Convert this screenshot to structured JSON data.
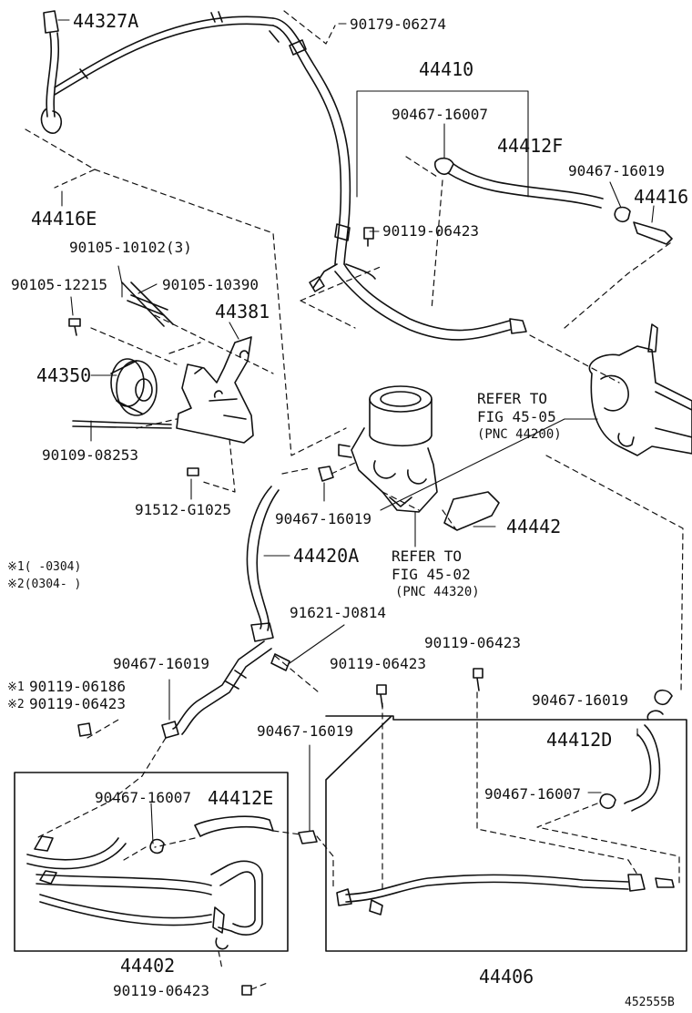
{
  "parts": {
    "p44327A": "44327A",
    "p90179_06274": "90179-06274",
    "p44410": "44410",
    "p90467_16007_a": "90467-16007",
    "p44412F": "44412F",
    "p90467_16019_a": "90467-16019",
    "p44416": "44416",
    "p44416E": "44416E",
    "p90119_06423_a": "90119-06423",
    "p90105_10102": "90105-10102(3)",
    "p90105_12215": "90105-12215",
    "p90105_10390": "90105-10390",
    "p44381": "44381",
    "p44350": "44350",
    "p90109_08253": "90109-08253",
    "p91512_G1025": "91512-G1025",
    "p90467_16019_b": "90467-16019",
    "p44442": "44442",
    "p44420A": "44420A",
    "p91621_J0814": "91621-J0814",
    "p90467_16019_c": "90467-16019",
    "p90119_06423_b": "90119-06423",
    "p90119_06423_c": "90119-06423",
    "p90467_16019_d": "90467-16019",
    "p44412D": "44412D",
    "p90119_06186": "90119-06186",
    "p90119_06423_d": "90119-06423",
    "p90467_16019_e": "90467-16019",
    "p90467_16007_b": "90467-16007",
    "p44412E": "44412E",
    "p90467_16007_c": "90467-16007",
    "p44402": "44402",
    "p90119_06423_e": "90119-06423",
    "p44406": "44406"
  },
  "refs": {
    "fig4505_line1": "REFER TO",
    "fig4505_line2": "FIG 45-05",
    "fig4505_pnc": "(PNC 44200)",
    "fig4502_line1": "REFER TO",
    "fig4502_line2": "FIG 45-02",
    "fig4502_pnc": "(PNC 44320)"
  },
  "notes": {
    "note1": "※1(     -0304)",
    "note2": "※2(0304-     )",
    "mark1": "※1",
    "mark2": "※2"
  },
  "diagram_code": "452555B"
}
